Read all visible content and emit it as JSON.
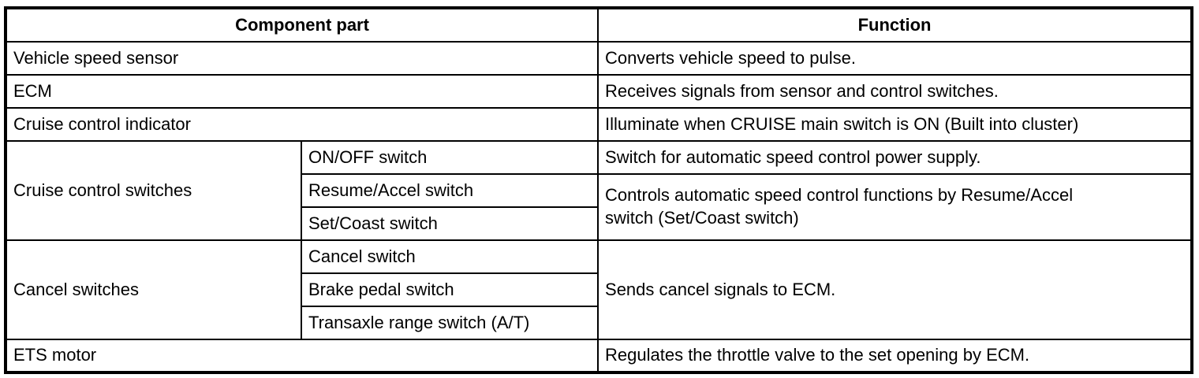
{
  "table": {
    "header": {
      "component": "Component part",
      "function": "Function"
    },
    "rows": [
      {
        "component": "Vehicle speed sensor",
        "function": "Converts vehicle speed to pulse."
      },
      {
        "component": "ECM",
        "function": "Receives signals from sensor and control switches."
      },
      {
        "component": "Cruise control indicator",
        "function": "Illuminate when CRUISE main switch is ON (Built into cluster)"
      },
      {
        "component": "Cruise control switches",
        "sub": "ON/OFF switch",
        "function": "Switch for automatic speed control power supply."
      },
      {
        "sub": "Resume/Accel switch",
        "function_line1": "Controls automatic speed control functions by Resume/Accel",
        "function_line2": "switch (Set/Coast switch)"
      },
      {
        "sub": "Set/Coast switch"
      },
      {
        "component": "Cancel switches",
        "sub": "Cancel switch",
        "function": "Sends cancel signals to ECM."
      },
      {
        "sub": "Brake pedal switch"
      },
      {
        "sub": "Transaxle range switch (A/T)"
      },
      {
        "component": "ETS motor",
        "function": "Regulates the throttle valve to the set opening by ECM."
      }
    ]
  }
}
